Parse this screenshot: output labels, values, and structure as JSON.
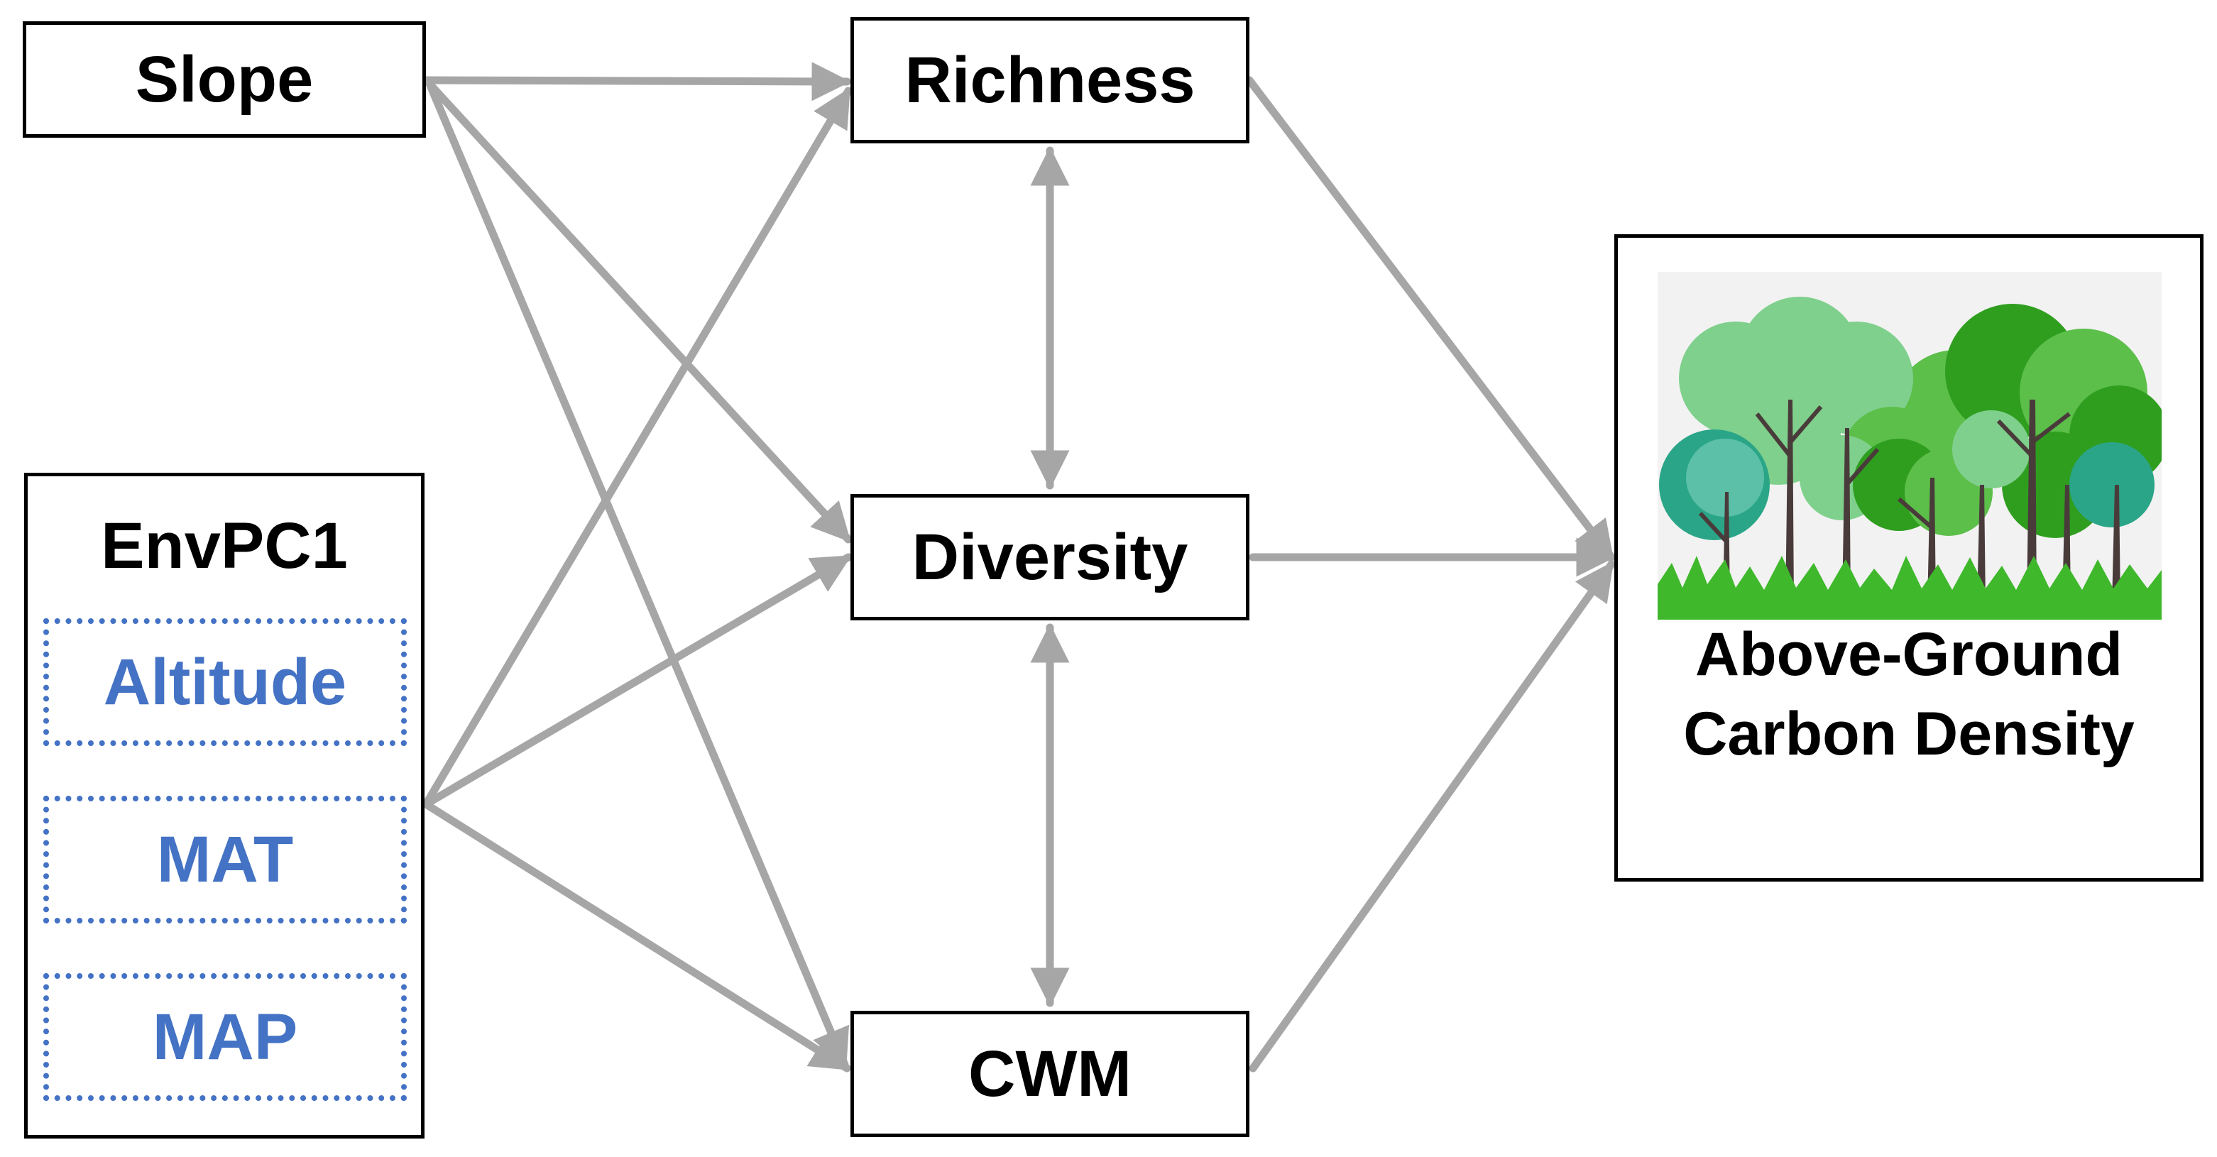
{
  "nodes": {
    "slope": "Slope",
    "richness": "Richness",
    "diversity": "Diversity",
    "cwm": "CWM",
    "envpc1": {
      "title": "EnvPC1",
      "components": [
        "Altitude",
        "MAT",
        "MAP"
      ]
    },
    "outcome": {
      "line1": "Above-Ground",
      "line2": "Carbon Density"
    }
  },
  "edges": [
    {
      "from": "Slope",
      "to": "Richness",
      "type": "directed"
    },
    {
      "from": "Slope",
      "to": "Diversity",
      "type": "directed"
    },
    {
      "from": "Slope",
      "to": "CWM",
      "type": "directed"
    },
    {
      "from": "EnvPC1",
      "to": "Richness",
      "type": "directed"
    },
    {
      "from": "EnvPC1",
      "to": "Diversity",
      "type": "directed"
    },
    {
      "from": "EnvPC1",
      "to": "CWM",
      "type": "directed"
    },
    {
      "from": "Richness",
      "to": "Diversity",
      "type": "bidirectional"
    },
    {
      "from": "Diversity",
      "to": "CWM",
      "type": "bidirectional"
    },
    {
      "from": "Richness",
      "to": "Above-Ground Carbon Density",
      "type": "directed"
    },
    {
      "from": "Diversity",
      "to": "Above-Ground Carbon Density",
      "type": "directed"
    },
    {
      "from": "CWM",
      "to": "Above-Ground Carbon Density",
      "type": "directed"
    }
  ],
  "colors": {
    "arrow": "#a6a6a6",
    "border": "#000000",
    "component_text": "#4472c4",
    "tree_dark": "#2f9e1f",
    "tree_mid": "#5cbf4a",
    "tree_light": "#7fd08c",
    "tree_teal": "#2aa587",
    "trunk": "#4a3b3b",
    "grass": "#3fb82c"
  },
  "icons": {
    "outcome_image": "forest-trees-icon"
  }
}
